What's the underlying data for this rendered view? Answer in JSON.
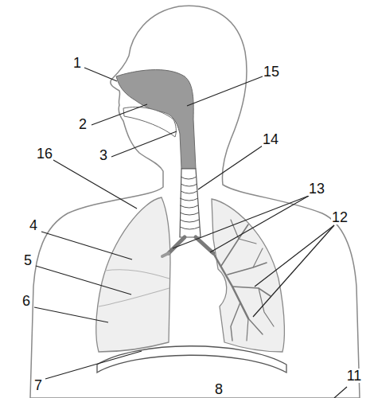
{
  "diagram": {
    "labels": [
      "1",
      "2",
      "3",
      "4",
      "5",
      "6",
      "7",
      "8",
      "11",
      "12",
      "13",
      "14",
      "15",
      "16"
    ]
  }
}
